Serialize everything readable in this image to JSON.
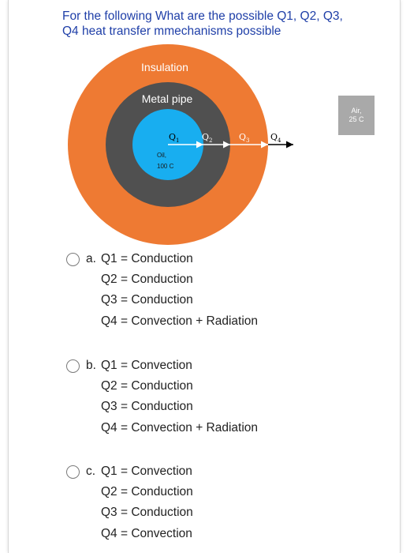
{
  "question": {
    "line1": "For the following What are the possible Q1, Q2, Q3,",
    "line2": "Q4 heat transfer mmechanisms possible"
  },
  "diagram": {
    "insulation_label": "Insulation",
    "metal_pipe_label": "Metal pipe",
    "oil_label_line1": "Oil,",
    "oil_label_line2": "100 C",
    "air_label_line1": "Air,",
    "air_label_line2": "25 C",
    "q_labels": [
      "Q",
      "Q",
      "Q",
      "Q"
    ],
    "q_subscripts": [
      "1",
      "2",
      "3",
      "4"
    ],
    "colors": {
      "insulation": "#ee7a33",
      "metal_pipe": "#505050",
      "oil": "#18aef0",
      "air_box": "#a9a9a9",
      "question_text": "#1f3fa8"
    }
  },
  "options": [
    {
      "letter": "a.",
      "lines": [
        "Q1 = Conduction",
        "Q2 = Conduction",
        "Q3 = Conduction",
        "Q4 = Convection + Radiation"
      ]
    },
    {
      "letter": "b.",
      "lines": [
        "Q1 = Convection",
        "Q2 = Conduction",
        "Q3 = Conduction",
        "Q4 = Convection + Radiation"
      ]
    },
    {
      "letter": "c.",
      "lines": [
        "Q1 = Convection",
        "Q2 = Conduction",
        "Q3 = Conduction",
        "Q4 = Convection"
      ]
    }
  ]
}
